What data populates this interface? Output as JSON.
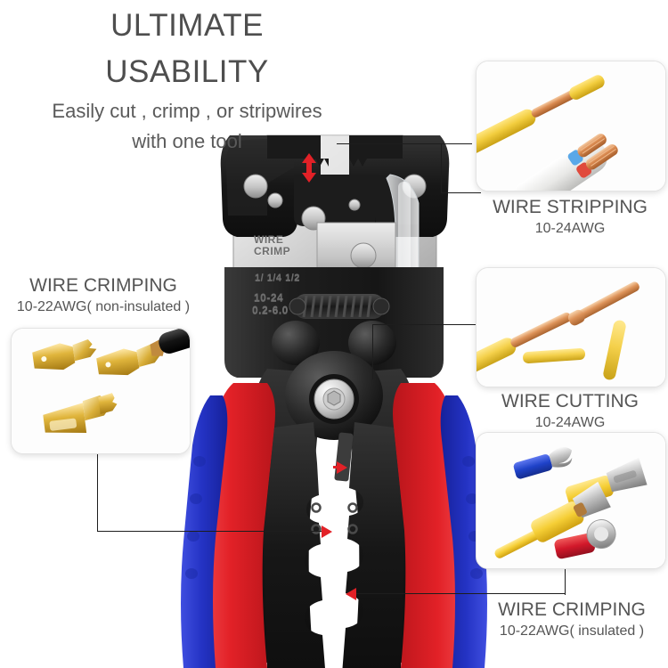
{
  "headline": {
    "line1": "ULTIMATE",
    "line2": "USABILITY",
    "sub1": "Easily cut , crimp , or stripwires",
    "sub2": "with one tool"
  },
  "callouts": [
    {
      "id": "wire-stripping",
      "title": "WIRE STRIPPING",
      "spec": "10-24AWG",
      "photo": "yellow-wire-and-white-two-core-cable-stripped"
    },
    {
      "id": "wire-cutting",
      "title": "WIRE CUTTING",
      "spec": "10-24AWG",
      "photo": "cut-copper-wires-and-yellow-insulation-pieces"
    },
    {
      "id": "wire-crimping-insulated",
      "title": "WIRE CRIMPING",
      "spec": "10-22AWG( insulated )",
      "photo": "blue-yellow-red-insulated-terminals"
    },
    {
      "id": "wire-crimping-non-insulated",
      "title": "WIRE CRIMPING",
      "spec": "10-22AWG( non-insulated )",
      "photo": "brass-non-insulated-spade-terminals"
    }
  ],
  "tool": {
    "name": "self-adjusting-wire-stripper-crimper-pliers",
    "engraving": {
      "line1": "WIRE",
      "line2": "CRIMP",
      "scale": "1/  1/4    1/2",
      "awg_range": "10-24",
      "mm_range": "0.2-6.0"
    },
    "handle_outer_color": "#e22127",
    "handle_inner_color": "#2433c4",
    "body_color": "#1b1b1b"
  },
  "colors": {
    "heading_text": "#4e4e4e",
    "label_text": "#555555",
    "arrow_red": "#e22127",
    "leader_line": "#1d1d1d",
    "background": "#ffffff"
  }
}
